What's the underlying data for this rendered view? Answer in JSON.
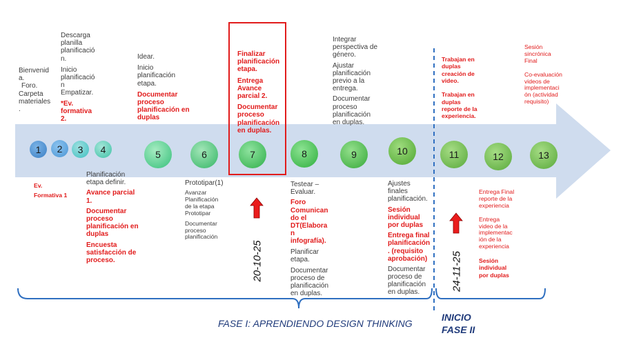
{
  "colors": {
    "arrow": "#cfdcee",
    "accent_red": "#e11b1b",
    "brace_blue": "#2f6fc0",
    "title_blue": "#1f3a7a",
    "circle_blue": "#3b7fc4",
    "circle_teal": "#38b7b7",
    "circle_green": "#3fad5a",
    "circle_green_dark": "#5aa83a"
  },
  "steps": [
    {
      "n": "1"
    },
    {
      "n": "2"
    },
    {
      "n": "3"
    },
    {
      "n": "4"
    },
    {
      "n": "5"
    },
    {
      "n": "6"
    },
    {
      "n": "7"
    },
    {
      "n": "8"
    },
    {
      "n": "9"
    },
    {
      "n": "10"
    },
    {
      "n": "11"
    },
    {
      "n": "12"
    },
    {
      "n": "13"
    }
  ],
  "notes": {
    "s1_top": [
      "Bienvenid",
      "a.",
      "Foro.",
      "Carpeta",
      "materiales",
      "."
    ],
    "s1_bottom": [
      "Ev.",
      "Formativa 1"
    ],
    "s2_top_gray1": [
      "Descarga",
      "planilla",
      "planificació",
      "n."
    ],
    "s2_top_gray2": [
      "Inicio",
      "planificació",
      "n",
      "Empatizar."
    ],
    "s2_top_red": [
      "*Ev.",
      "formativa",
      "2."
    ],
    "s4_bottom_gray": [
      "Planificación",
      "etapa definir."
    ],
    "s4_bottom_red1": [
      "Avance parcial",
      "1."
    ],
    "s4_bottom_red2": [
      "Documentar",
      "proceso",
      "planificación en",
      "duplas"
    ],
    "s4_bottom_red3": [
      "Encuesta",
      "satisfacción de",
      "proceso."
    ],
    "s5_top_gray1": [
      "Idear."
    ],
    "s5_top_gray2": [
      "Inicio",
      "planificación",
      "etapa."
    ],
    "s5_top_red": [
      "Documentar",
      "proceso",
      "planificación en",
      "duplas"
    ],
    "s6_bottom_title": [
      "Prototipar(1)"
    ],
    "s6_bottom_gray1": [
      "Avanzar",
      "Planificación",
      "de la etapa",
      "Prototipar"
    ],
    "s6_bottom_gray2": [
      "Documentar",
      "proceso",
      "planificación"
    ],
    "s7_top_red1": [
      "Finalizar",
      "planificación",
      "etapa."
    ],
    "s7_top_red2": [
      "Entrega",
      "Avance",
      "parcial 2."
    ],
    "s7_top_red3": [
      "Documentar",
      "proceso",
      "planificación",
      "en duplas."
    ],
    "date1": "20-10-25",
    "s8_bottom_gray1": [
      "Testear –",
      "Evaluar."
    ],
    "s8_bottom_red": [
      "Foro",
      "Comunican",
      "do el",
      "DT(Elabora",
      "n",
      "infografía)."
    ],
    "s8_bottom_gray2": [
      "Planificar",
      "etapa."
    ],
    "s8_bottom_gray3": [
      "Documentar",
      "proceso de",
      "planificación",
      "en duplas."
    ],
    "s9_top_gray1": [
      "Integrar",
      "perspectiva de",
      "género."
    ],
    "s9_top_gray2": [
      "Ajustar",
      "planificación",
      "previo a la",
      "entrega."
    ],
    "s9_top_gray3": [
      "Documentar",
      "proceso",
      "planificación",
      "en duplas."
    ],
    "s10_bottom_gray1": [
      "Ajustes",
      "finales",
      "planificación."
    ],
    "s10_bottom_red1": [
      "Sesión",
      "individual",
      "por duplas"
    ],
    "s10_bottom_red2": [
      "Entrega final",
      "planificación",
      ". (requisito",
      "aprobación)"
    ],
    "s10_bottom_gray2": [
      "Documentar",
      "proceso de",
      "planificación",
      "en duplas."
    ],
    "s11_top_red1": [
      "Trabajan en",
      "duplas",
      "creación de",
      "video."
    ],
    "s11_top_red2": [
      "Trabajan en",
      "duplas",
      "reporte de la",
      "experiencia."
    ],
    "date2": "24-11-25",
    "s13_top_red1": [
      "Sesión",
      "sincrónica",
      "Final"
    ],
    "s13_top_red2": [
      "Co-evaluación",
      "videos de",
      "implementaci",
      "ón (actividad",
      "requisito)"
    ],
    "s12_bottom_red1": [
      "Entrega Final",
      "reporte de la",
      "experiencia"
    ],
    "s12_bottom_red2": [
      "Entrega",
      "video de la",
      "implementac",
      "ión de la",
      "experiencia"
    ],
    "s12_bottom_red3": [
      "Sesión",
      "individual",
      "por duplas"
    ]
  },
  "phase1_label": "FASE I: APRENDIENDO DESIGN THINKING",
  "phase2_label": [
    "INICIO",
    "FASE II"
  ]
}
